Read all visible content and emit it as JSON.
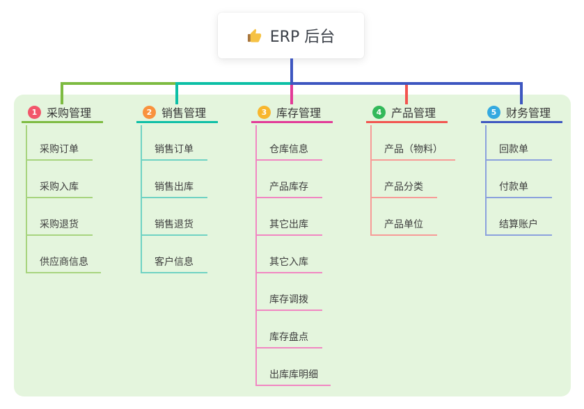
{
  "root": {
    "icon": "thumbs-up-icon",
    "label": "ERP 后台"
  },
  "root_line_color": "#3d56c0",
  "panel_color": "#e4f5dd",
  "branches": [
    {
      "num": "1",
      "label": "采购管理",
      "badge_color": "#f2566b",
      "line_color": "#7dbb41",
      "light_line_color": "#a7d47e",
      "children": [
        "采购订单",
        "采购入库",
        "采购退货",
        "供应商信息"
      ]
    },
    {
      "num": "2",
      "label": "销售管理",
      "badge_color": "#f9923e",
      "line_color": "#0cbfa6",
      "light_line_color": "#6fd2c3",
      "children": [
        "销售订单",
        "销售出库",
        "销售退货",
        "客户信息"
      ]
    },
    {
      "num": "3",
      "label": "库存管理",
      "badge_color": "#f8b62d",
      "line_color": "#e23a97",
      "light_line_color": "#f186c2",
      "children": [
        "仓库信息",
        "产品库存",
        "其它出库",
        "其它入库",
        "库存调拨",
        "库存盘点",
        "出库库明细"
      ]
    },
    {
      "num": "4",
      "label": "产品管理",
      "badge_color": "#33b95a",
      "line_color": "#f2544f",
      "light_line_color": "#f79b97",
      "children": [
        "产品（物料）",
        "产品分类",
        "产品单位"
      ]
    },
    {
      "num": "5",
      "label": "财务管理",
      "badge_color": "#34a9e0",
      "line_color": "#3d56c0",
      "light_line_color": "#8ba1dd",
      "children": [
        "回款单",
        "付款单",
        "结算账户"
      ]
    }
  ]
}
